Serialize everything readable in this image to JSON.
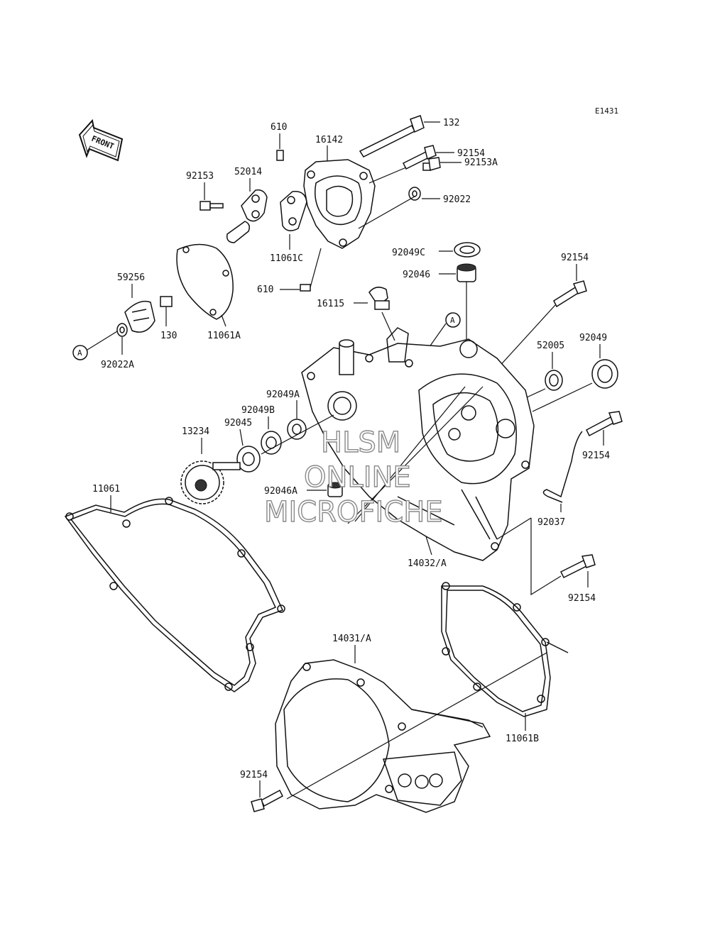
{
  "diagram": {
    "ref_code": "E1431",
    "front_label": "FRONT",
    "marker_a": "A",
    "watermark": [
      "HLSM",
      "ONLINE",
      "MICROFICHE"
    ],
    "parts": {
      "p132": "132",
      "p92154_top": "92154",
      "p92153A": "92153A",
      "p92022": "92022",
      "p610_top": "610",
      "p16142": "16142",
      "p52014": "52014",
      "p92153": "92153",
      "p11061C": "11061C",
      "p610_bottom": "610",
      "p92049C": "92049C",
      "p92046": "92046",
      "p92154_right": "92154",
      "p59256": "59256",
      "p130": "130",
      "p11061A": "11061A",
      "p92022A": "92022A",
      "p16115": "16115",
      "p52005": "52005",
      "p92049": "92049",
      "p92049A": "92049A",
      "p92049B": "92049B",
      "p92045": "92045",
      "p13234": "13234",
      "p92154_mid": "92154",
      "p11061": "11061",
      "p92046A": "92046A",
      "p92037": "92037",
      "p14032A": "14032/A",
      "p92154_lower": "92154",
      "p14031A": "14031/A",
      "p11061B": "11061B",
      "p92154_bottom": "92154"
    }
  }
}
